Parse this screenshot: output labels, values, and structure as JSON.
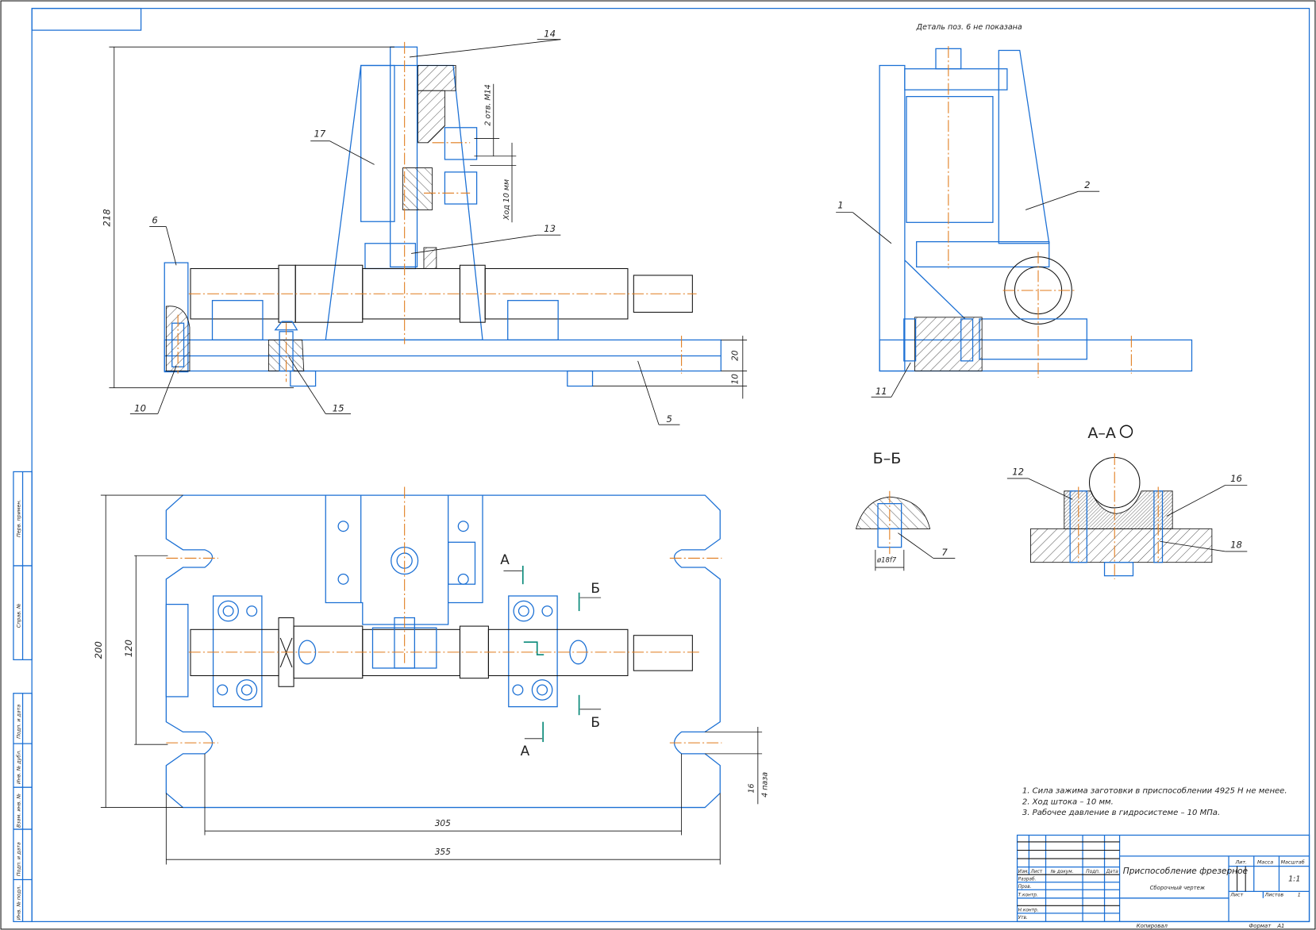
{
  "drawing": {
    "note_top": "Деталь поз. 6 не показана",
    "dimensions": {
      "height_total": "218",
      "holes": "2 отв. М14",
      "stroke": "Ход 10 мм",
      "dim_20": "20",
      "dim_10": "10",
      "dim_200": "200",
      "dim_120": "120",
      "dim_305": "305",
      "dim_355": "355",
      "dim_16": "16",
      "slots": "4 паза",
      "fit": "ø18f7"
    },
    "sections": {
      "aa": "А–А",
      "bb": "Б–Б",
      "a_mark": "А",
      "b_mark": "Б"
    },
    "callouts": [
      "1",
      "2",
      "5",
      "6",
      "7",
      "10",
      "11",
      "12",
      "13",
      "14",
      "15",
      "16",
      "17",
      "18"
    ]
  },
  "notes": [
    "1. Сила зажима заготовки в приспособлении 4925 Н не менее.",
    "2. Ход штока – 10 мм.",
    "3. Рабочее давление в гидросистеме – 10 МПа."
  ],
  "title_block": {
    "title": "Приспособление фрезерное",
    "subtitle": "Сборочный чертеж",
    "col_izm": "Изм.",
    "col_list": "Лист",
    "col_doc": "№ докум.",
    "col_sign": "Подп.",
    "col_date": "Дата",
    "row_razrab": "Разраб.",
    "row_prov": "Пров.",
    "row_tkontr": "Т.контр.",
    "row_nkontr": "Н.контр.",
    "row_utv": "Утв.",
    "lit": "Лит.",
    "mass": "Масса",
    "scale_label": "Масштаб",
    "scale": "1:1",
    "sheet": "Лист",
    "sheets": "Листов",
    "sheets_count": "1",
    "copied": "Копировал",
    "format": "Формат",
    "format_value": "А1"
  },
  "side_stamp": [
    "Перв. примен.",
    "Справ. №",
    "Подп. и дата",
    "Инв. № дубл.",
    "Взам. инв. №",
    "Подп. и дата",
    "Инв. № подл."
  ]
}
